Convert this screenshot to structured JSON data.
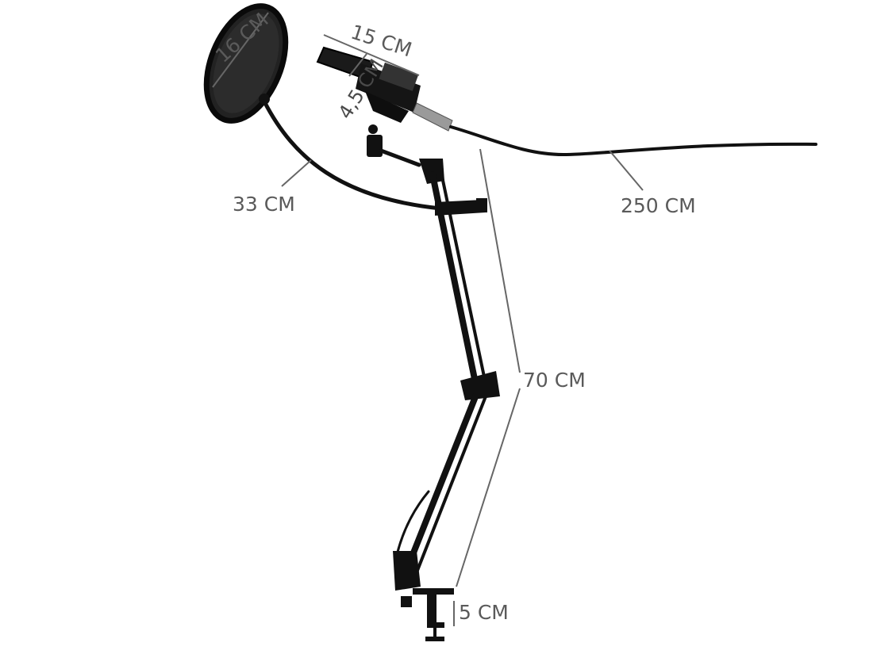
{
  "dimensions": {
    "pop_filter_diameter": "16 CM",
    "mic_length": "15 CM",
    "mic_width": "4,5 CM",
    "gooseneck_length": "33 CM",
    "cable_length": "250 CM",
    "arm_length": "70 CM",
    "clamp_opening": "5 CM"
  },
  "colors": {
    "dimension_lines": "#666666",
    "product": "#111111",
    "background": "#ffffff"
  }
}
